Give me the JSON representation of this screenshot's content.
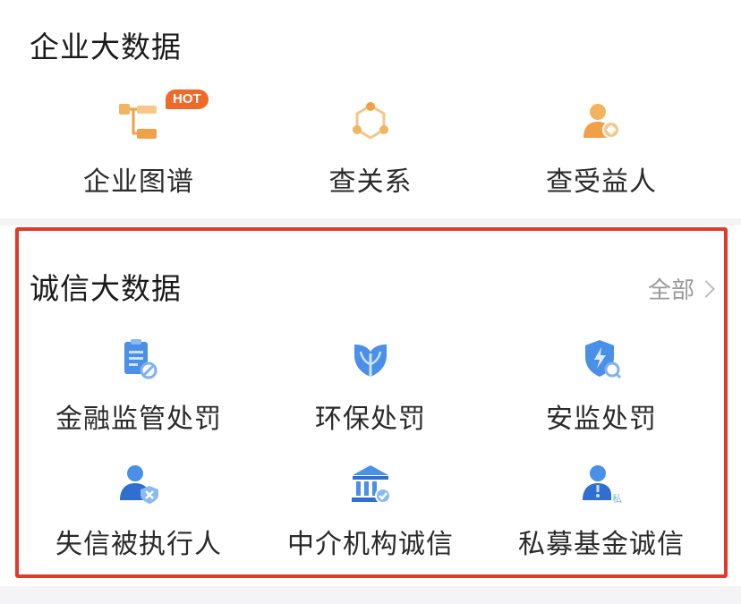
{
  "enterprise": {
    "title": "企业大数据",
    "items": [
      {
        "label": "企业图谱",
        "icon": "enterprise-graph-icon",
        "badge": "HOT"
      },
      {
        "label": "查关系",
        "icon": "relation-network-icon"
      },
      {
        "label": "查受益人",
        "icon": "beneficiary-person-icon"
      }
    ]
  },
  "credit": {
    "title": "诚信大数据",
    "all_label": "全部",
    "items": [
      {
        "label": "金融监管处罚",
        "icon": "clipboard-ban-icon"
      },
      {
        "label": "环保处罚",
        "icon": "leaf-shield-icon"
      },
      {
        "label": "安监处罚",
        "icon": "shield-lightning-icon"
      },
      {
        "label": "失信被执行人",
        "icon": "person-x-icon"
      },
      {
        "label": "中介机构诚信",
        "icon": "institution-building-icon"
      },
      {
        "label": "私募基金诚信",
        "icon": "person-private-icon"
      }
    ]
  },
  "colors": {
    "accent_orange": "#f0a046",
    "accent_blue": "#4a8fe8",
    "highlight_red": "#e03a28",
    "hot_badge": "#ee6a2b"
  }
}
